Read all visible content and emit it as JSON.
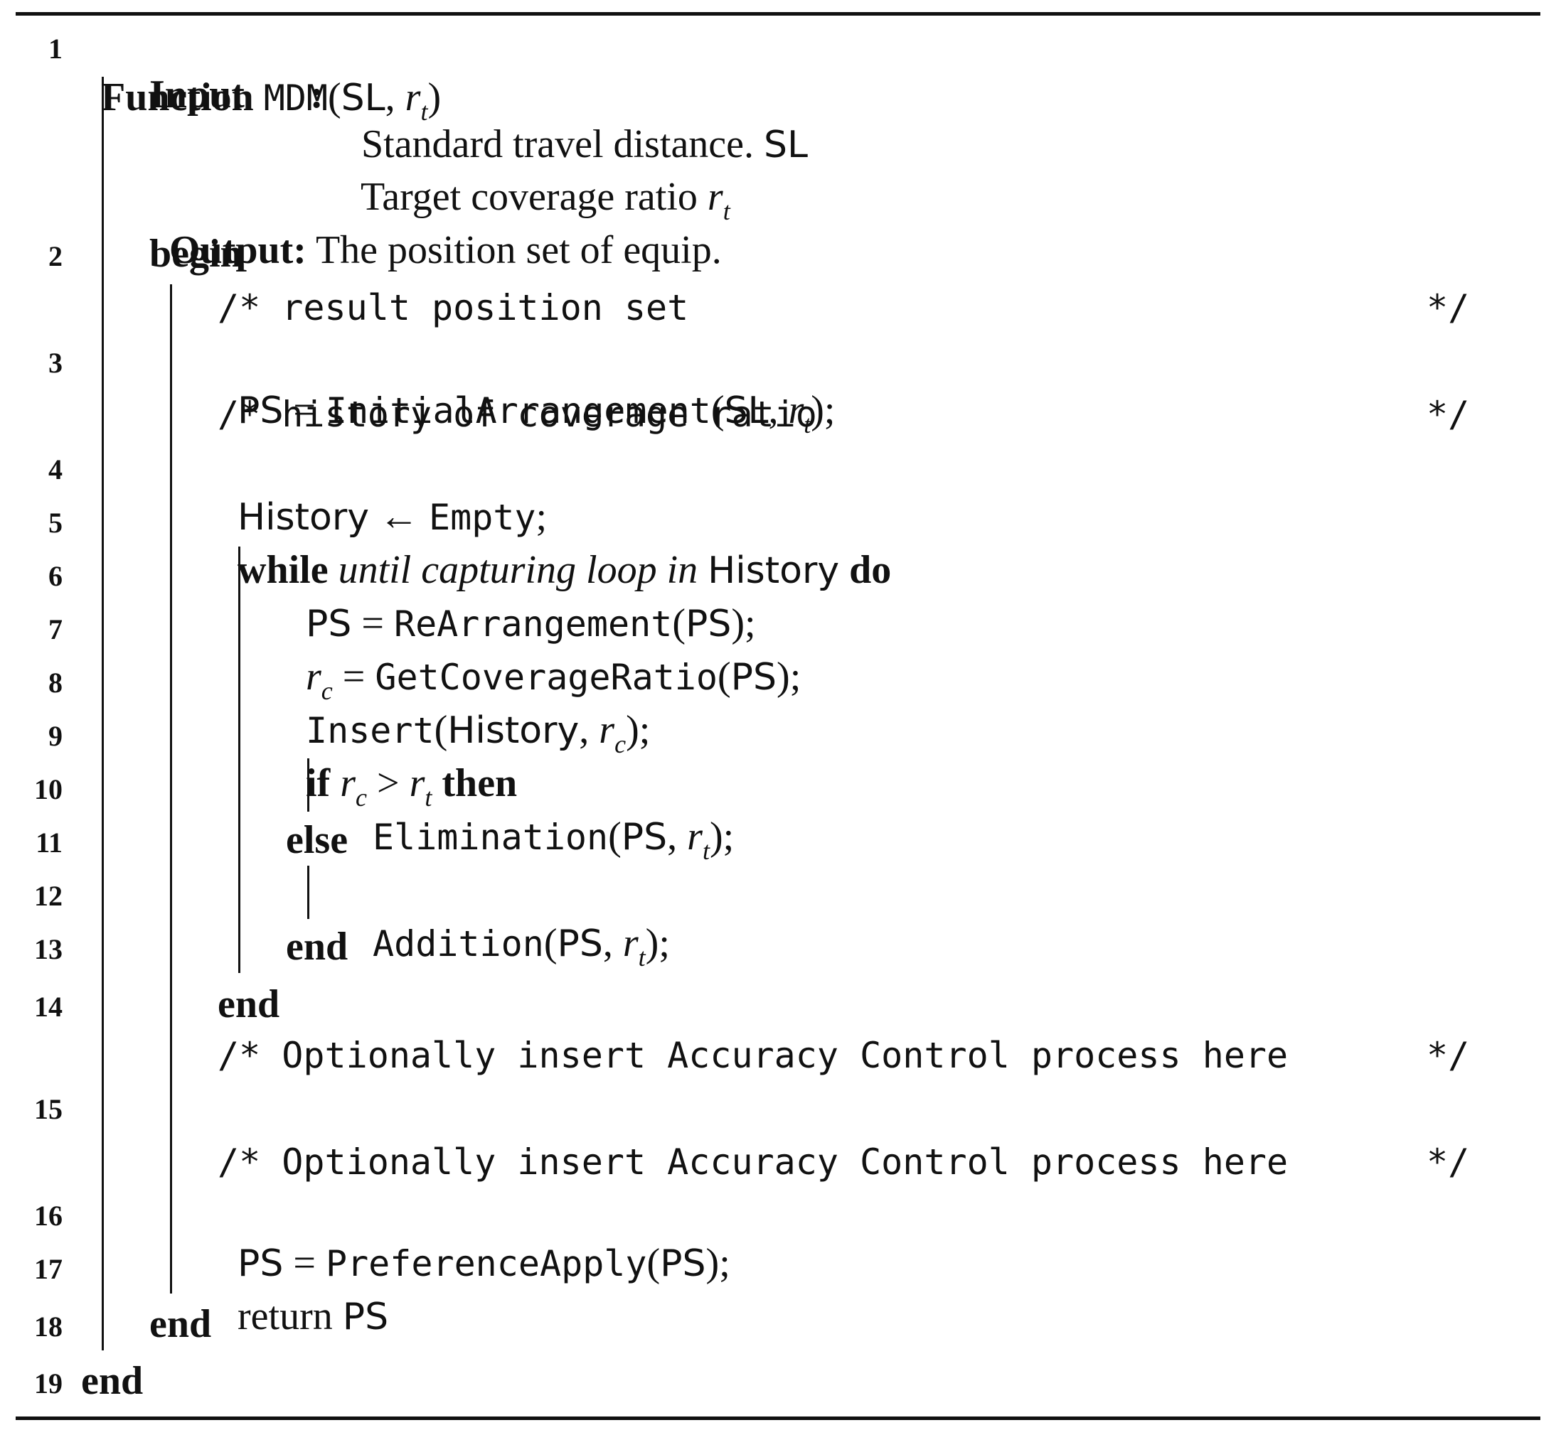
{
  "algorithm": {
    "line_numbers": [
      "1",
      "2",
      "3",
      "4",
      "5",
      "6",
      "7",
      "8",
      "9",
      "10",
      "11",
      "12",
      "13",
      "14",
      "15",
      "16",
      "17",
      "18",
      "19"
    ],
    "keywords": {
      "function": "Function",
      "input": "Input",
      "output": "Output:",
      "colon": ":",
      "begin": "begin",
      "while": "while",
      "do": "do",
      "if": "if",
      "then": "then",
      "else": "else",
      "end": "end",
      "return": "return"
    },
    "function_name": "MDM",
    "params": {
      "sl": "SL",
      "r": "r",
      "t": "t",
      "c": "c",
      "comma": ", ",
      "open": "(",
      "close": ")"
    },
    "input_lines": [
      "Standard travel distance. ",
      "Target coverage ratio "
    ],
    "output_text": "The position set of equip.",
    "comments": {
      "c3": "/* result position set",
      "c4": "/* history of coverage ratio",
      "c15a": "/* Optionally insert Accuracy Control process here",
      "c15b": "/* Optionally insert Accuracy Control process here",
      "close": "*/"
    },
    "vars": {
      "ps": "PS",
      "history": "History",
      "empty": "Empty"
    },
    "funcs": {
      "initial": "InitialArrangement",
      "rearrange": "ReArrangement",
      "getcov": "GetCoverageRatio",
      "insert": "Insert",
      "elim": "Elimination",
      "add": "Addition",
      "pref": "PreferenceApply"
    },
    "ops": {
      "eq": " = ",
      "assign": " ← ",
      "gt": " > ",
      "semi": ";",
      "close_semi": ");"
    },
    "while_condition": "until capturing loop in "
  }
}
